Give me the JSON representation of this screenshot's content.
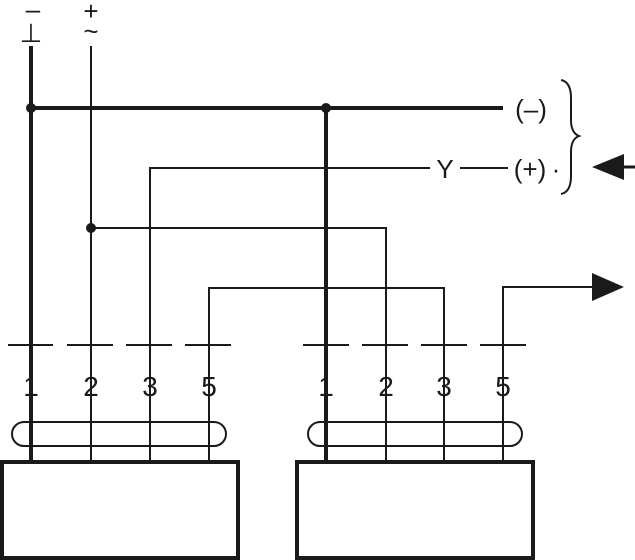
{
  "supply": {
    "minus_symbol": "–",
    "ground_symbol": "⊥",
    "plus_symbol": "+",
    "ac_symbol": "~"
  },
  "signals": {
    "neg_label": "(–)",
    "pos_label": "(+)",
    "pos_suffix": "·",
    "y_label": "Y"
  },
  "left_device": {
    "terminals": [
      "1",
      "2",
      "3",
      "5"
    ]
  },
  "right_device": {
    "terminals": [
      "1",
      "2",
      "3",
      "5"
    ]
  },
  "colors": {
    "line": "#1a1a1a",
    "background": "#ffffff"
  }
}
